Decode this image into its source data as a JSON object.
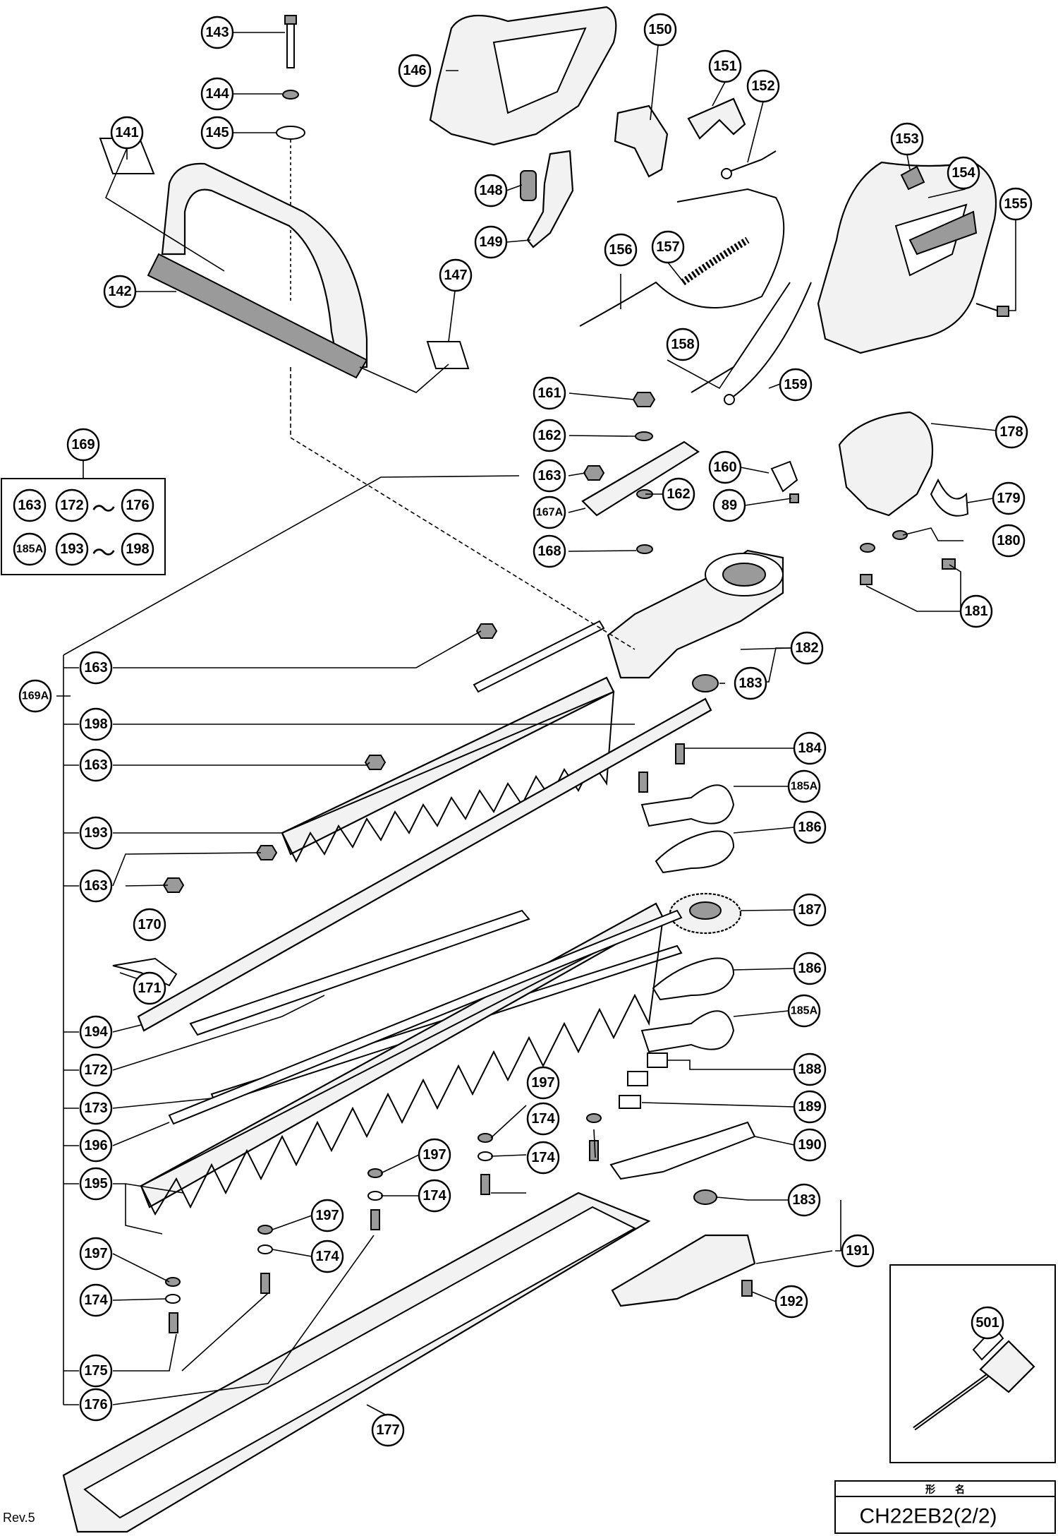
{
  "footer": {
    "revision": "Rev.5",
    "title_block_header": "形　　名",
    "model": "CH22EB2(2/2)"
  },
  "set_box": {
    "number": "169",
    "row1": {
      "first": "163",
      "from": "172",
      "sep": "～",
      "to": "176"
    },
    "row2": {
      "first": "185A",
      "from": "193",
      "sep": "～",
      "to": "198"
    }
  },
  "accessory_box": {
    "number": "501"
  },
  "callouts": {
    "c89": "89",
    "c141": "141",
    "c142": "142",
    "c143": "143",
    "c144": "144",
    "c145": "145",
    "c146": "146",
    "c147": "147",
    "c148": "148",
    "c149": "149",
    "c150": "150",
    "c151": "151",
    "c152": "152",
    "c153": "153",
    "c154": "154",
    "c155": "155",
    "c156": "156",
    "c157": "157",
    "c158": "158",
    "c159": "159",
    "c160": "160",
    "c161": "161",
    "c162a": "162",
    "c162b": "162",
    "c163a": "163",
    "c163b": "163",
    "c163c": "163",
    "c163d": "163",
    "c167A": "167A",
    "c168": "168",
    "c169A": "169A",
    "c170": "170",
    "c171": "171",
    "c172": "172",
    "c173": "173",
    "c174a": "174",
    "c174b": "174",
    "c174c": "174",
    "c174d": "174",
    "c174e": "174",
    "c175": "175",
    "c176": "176",
    "c177": "177",
    "c178": "178",
    "c179": "179",
    "c180": "180",
    "c181": "181",
    "c182": "182",
    "c183a": "183",
    "c183b": "183",
    "c184": "184",
    "c185Aa": "185A",
    "c185Ab": "185A",
    "c186a": "186",
    "c186b": "186",
    "c187": "187",
    "c188": "188",
    "c189": "189",
    "c190": "190",
    "c191": "191",
    "c192": "192",
    "c193": "193",
    "c194": "194",
    "c195": "195",
    "c196": "196",
    "c197a": "197",
    "c197b": "197",
    "c197c": "197",
    "c197d": "197",
    "c198": "198"
  }
}
